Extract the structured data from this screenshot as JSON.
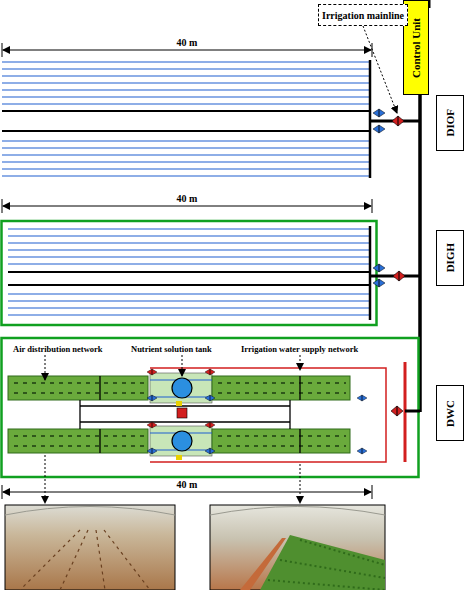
{
  "diagram": {
    "nodes": [
      {
        "text": [
          "Control Unit"
        ]
      },
      {
        "text": [
          "Irrigation mainline"
        ]
      },
      {
        "text": [
          "DIOF"
        ]
      },
      {
        "text": [
          "DIGH"
        ]
      },
      {
        "text": [
          "DWC"
        ]
      }
    ],
    "labels": [
      "40 m",
      "40 m",
      "Air distribution network",
      "Nutrient solution tank",
      "Irrigation water supply network",
      "40 m"
    ]
  }
}
